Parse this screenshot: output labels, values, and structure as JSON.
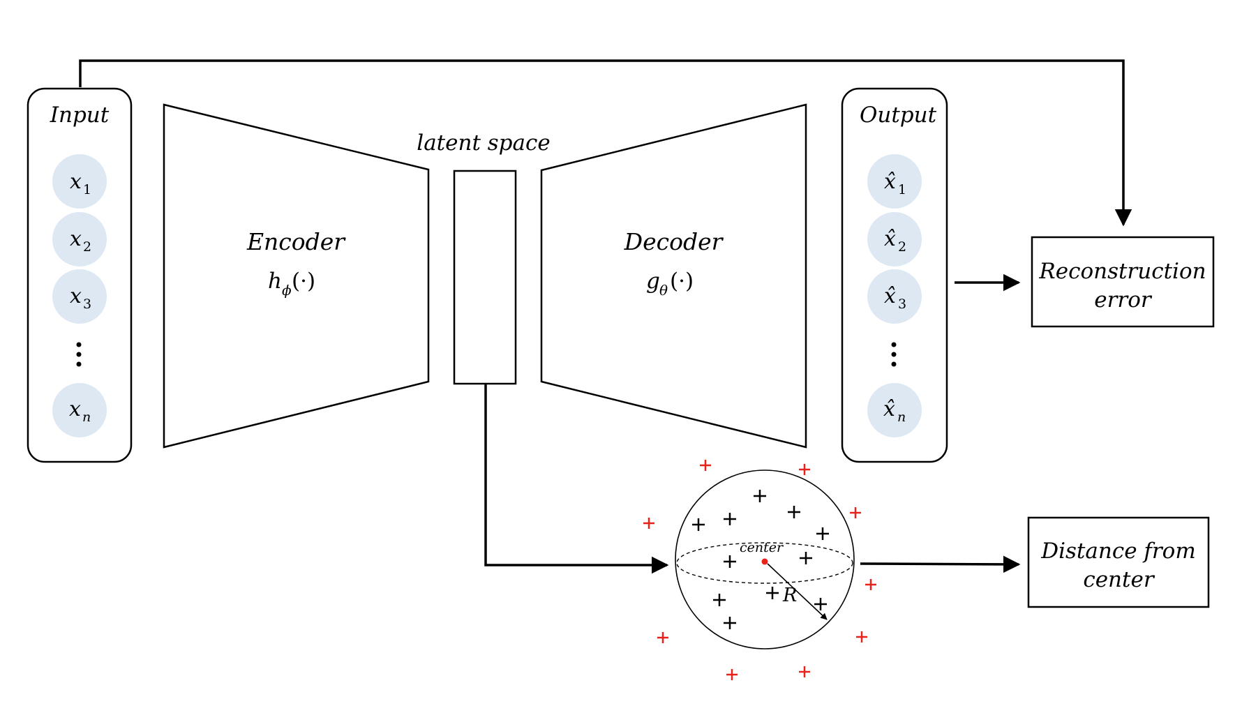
{
  "input": {
    "title": "Input",
    "nodes": [
      {
        "base": "x",
        "sub": "1"
      },
      {
        "base": "x",
        "sub": "2"
      },
      {
        "base": "x",
        "sub": "3"
      },
      {
        "base": "x",
        "sub": "n"
      }
    ]
  },
  "output": {
    "title": "Output",
    "nodes": [
      {
        "base": "x̂",
        "sub": "1"
      },
      {
        "base": "x̂",
        "sub": "2"
      },
      {
        "base": "x̂",
        "sub": "3"
      },
      {
        "base": "x̂",
        "sub": "n"
      }
    ]
  },
  "encoder": {
    "title": "Encoder",
    "func": "h",
    "sub": "ϕ",
    "args": "(·)"
  },
  "decoder": {
    "title": "Decoder",
    "func": "g",
    "sub": "θ",
    "args": "(·)"
  },
  "latent": {
    "label": "latent space"
  },
  "hypersphere": {
    "center_label": "center",
    "radius_label": "R"
  },
  "reconstruction": {
    "line1": "Reconstruction",
    "line2": "error"
  },
  "distance": {
    "line1": "Distance from",
    "line2": "center"
  },
  "colors": {
    "node_fill": "#dde8f3",
    "outlier": "#e8211b",
    "center_dot": "#e8211b"
  }
}
